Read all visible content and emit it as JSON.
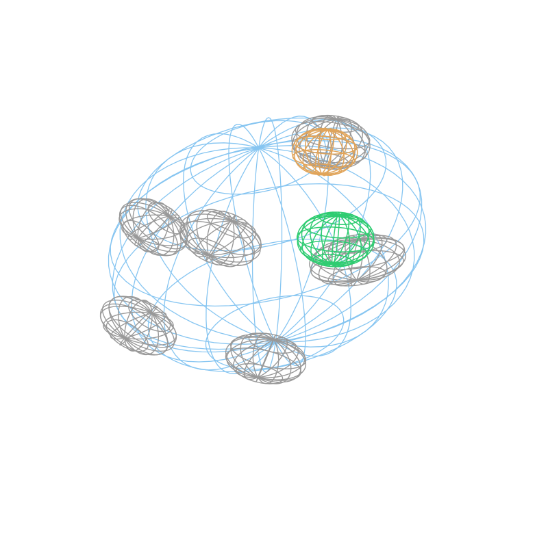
{
  "scene": {
    "colors": {
      "background": "#ffffff",
      "outer_shell": "#86c5f1",
      "inner_gray": "#999999",
      "inner_orange": "#e0a45a",
      "inner_green": "#2ecc71"
    },
    "bodies": [
      {
        "id": "outer-shell",
        "color_key": "outer_shell"
      },
      {
        "id": "gray-body-top-right",
        "color_key": "inner_gray"
      },
      {
        "id": "orange-body-top-right",
        "color_key": "inner_orange"
      },
      {
        "id": "gray-body-left",
        "color_key": "inner_gray"
      },
      {
        "id": "gray-body-center-left",
        "color_key": "inner_gray"
      },
      {
        "id": "gray-body-right",
        "color_key": "inner_gray"
      },
      {
        "id": "green-body-right",
        "color_key": "inner_green"
      },
      {
        "id": "gray-body-bottom-left",
        "color_key": "inner_gray"
      },
      {
        "id": "gray-body-bottom-center",
        "color_key": "inner_gray"
      }
    ]
  }
}
